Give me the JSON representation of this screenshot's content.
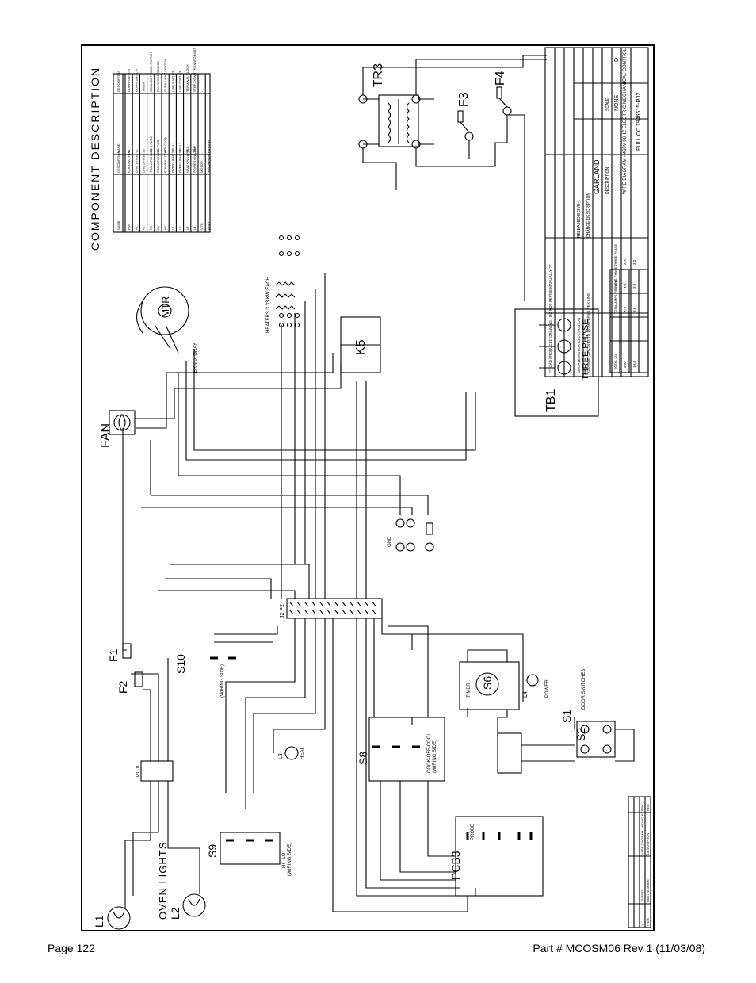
{
  "footer": {
    "page": "Page 122",
    "part": "Part # MCOSM06 Rev 1 (11/03/08)"
  },
  "labels": {
    "component_description": "COMPONENT DESCRIPTION",
    "tr3": "TR3",
    "f3": "F3",
    "f4": "F4",
    "mtr": "MTR",
    "fan": "FAN",
    "k5": "K5",
    "heaters": "HEATERS 3.33 KW EACH",
    "tb1": "TB1",
    "three_phase": "THREE PHASE",
    "f1": "F1",
    "f2": "F2",
    "s10": "S10",
    "wiring_side": "(WIRING SIDE)",
    "s6": "S6",
    "timer": "TIMER",
    "power": "POWER",
    "door_switches": "DOOR SWITCHES",
    "s1": "S1",
    "s2": "S2",
    "s8": "S8",
    "cook_off_cool": "COOK-OFF-COOL",
    "s9": "S9",
    "hi_lo": "HI - LO",
    "pcb3": "PCB3",
    "probe": "PROBE",
    "oven_lights": "OVEN LIGHTS",
    "l1": "L1",
    "l2": "L2",
    "l3": "L3",
    "heat": "HEAT",
    "l4": "L4",
    "j2_p2": "J2  P2",
    "p1_j1": "P1  J1",
    "gnd": "GND",
    "blk_label": "BRN or GRAY"
  },
  "component_table": {
    "headers": [
      "NAME",
      "DESCRIPTION",
      "NAME",
      "DESCRIPTION"
    ],
    "rows": [
      [
        "FAN",
        "COOLING FAN",
        "S1",
        "DOOR SWITCH"
      ],
      [
        "F1",
        "LINE 1 FUSE",
        "S2",
        "DOOR SWITCH"
      ],
      [
        "F2",
        "LINE 2 FUSE",
        "S6",
        "TIMER"
      ],
      [
        "F3",
        "TRANSFORMER 1 FUSE",
        "S8",
        "COOK/OFF/COOL SWITCH"
      ],
      [
        "F4",
        "TRANSFORMER FUSE",
        "S9",
        "FAN SPEED SWITCH"
      ],
      [
        "K5",
        "ELEMENT CONTACTOR",
        "S10",
        "OVEN LIGHT SWITCH"
      ],
      [
        "L1",
        "OVEN LIGHT",
        "SPL-L1",
        "LINE 1 SPLICE"
      ],
      [
        "L2",
        "OVEN LIGHT",
        "SPL-L2",
        "LINE 2 SPLICE"
      ],
      [
        "L3",
        "HEAT ON LAMP",
        "TB1",
        "TERMINAL BLOCK"
      ],
      [
        "L4",
        "POWER ON LAMP",
        "TR3",
        "STEP-DOWN TRANSFORMER"
      ],
      [
        "MTR",
        "MOTOR",
        "-",
        "-"
      ],
      [
        "PCB3",
        "THERMOSTAT BOARD",
        "-",
        "-"
      ]
    ]
  },
  "title_block": {
    "company": "GARLAND",
    "description_label": "DESCRIPTION",
    "description": "WIRE DIAGRAM - 460V 60HZ ELECTRIC MECHANICAL CONTROL",
    "scale_label": "SCALE",
    "scale": "NONE",
    "size": "D",
    "file_name": "FULL CC 1946515-R02",
    "change_desc": "CHANGE DESCRIPTION",
    "rev1": "RELEASED ECN/R-1",
    "rev2": "UPDATE MOTOR ILLUSTRATION",
    "rev3": "CHANGE CIRCUITS TO 10 AMPERES PER LINE",
    "notice": "*** CAD PRODUCED DRAWING - DO NOT REVISE MANUALLY ***"
  },
  "load_table": {
    "headers": [
      "TOTAL KW",
      "TOTAL AMPS PER LINE",
      "SINGLE PHASE",
      "THREE PHASE"
    ],
    "rows": [
      [
        "460",
        "X-Y",
        "Y-Z",
        "Z-X"
      ],
      [
        "10.4",
        "3.8",
        "3.3",
        "3.3"
      ]
    ]
  },
  "parts_list": {
    "headers": [
      "ITEM",
      "PART NUMBER",
      "DESCRIPTION",
      "REQ"
    ],
    "rows": [
      [
        "1",
        "1946515",
        "WIRE DIAGRAM - 460V ELECTRIC",
        "2"
      ]
    ]
  }
}
